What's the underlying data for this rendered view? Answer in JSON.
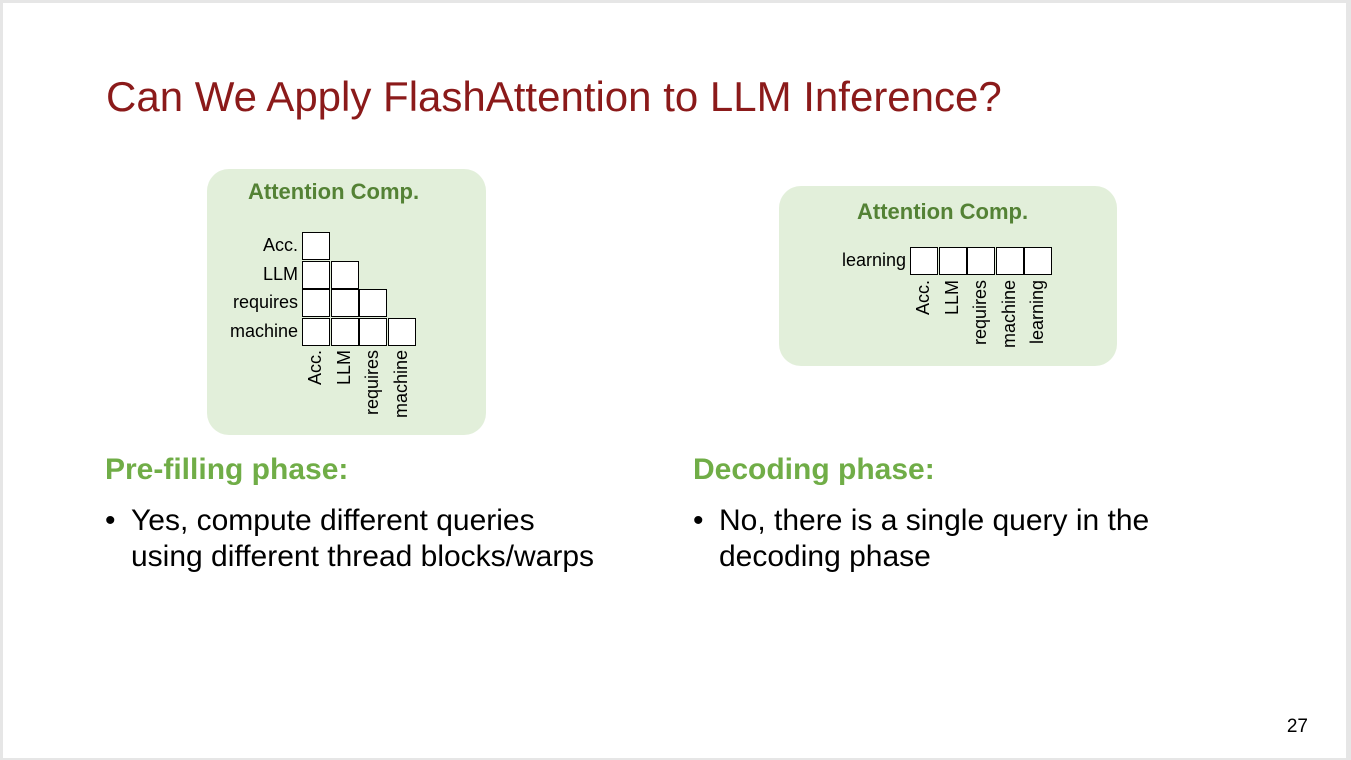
{
  "title": "Can We Apply FlashAttention to LLM Inference?",
  "left_diagram": {
    "title": "Attention Comp.",
    "row_labels": [
      "Acc.",
      "LLM",
      "requires",
      "machine"
    ],
    "col_labels": [
      "Acc.",
      "LLM",
      "requires",
      "machine"
    ]
  },
  "right_diagram": {
    "title": "Attention Comp.",
    "row_labels": [
      "learning"
    ],
    "col_labels": [
      "Acc.",
      "LLM",
      "requires",
      "machine",
      "learning"
    ]
  },
  "left_phase": {
    "title": "Pre-filling phase:",
    "bullet_line1": "Yes, compute different queries",
    "bullet_line2": "using different thread blocks/warps"
  },
  "right_phase": {
    "title": "Decoding phase:",
    "bullet_line1": "No, there is a single query in the",
    "bullet_line2": "decoding phase"
  },
  "page_number": "27"
}
